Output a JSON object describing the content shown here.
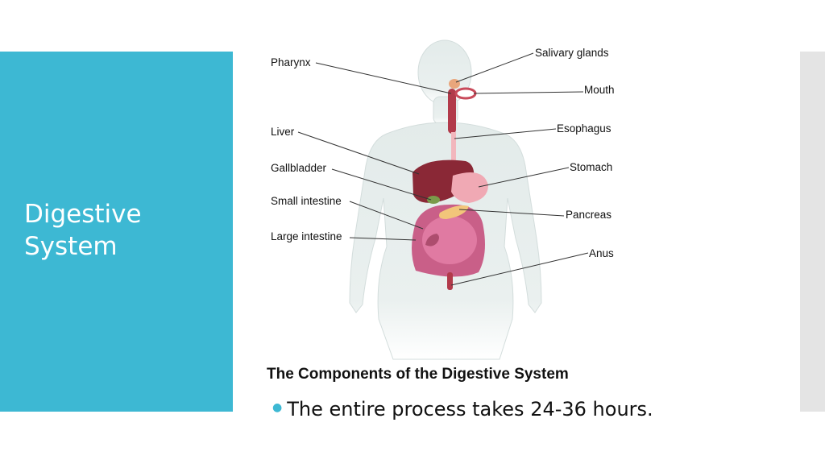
{
  "slide": {
    "title_lines": [
      "Digestive",
      "System"
    ],
    "accent_color": "#3db8d3"
  },
  "figure": {
    "caption": "The Components of the Digestive System",
    "labels": {
      "pharynx": "Pharynx",
      "liver": "Liver",
      "gallbladder": "Gallbladder",
      "small_intestine": "Small intestine",
      "large_intestine": "Large intestine",
      "salivary_glands": "Salivary glands",
      "mouth": "Mouth",
      "esophagus": "Esophagus",
      "stomach": "Stomach",
      "pancreas": "Pancreas",
      "anus": "Anus"
    }
  },
  "bullets": [
    "The entire process takes 24-36 hours."
  ]
}
